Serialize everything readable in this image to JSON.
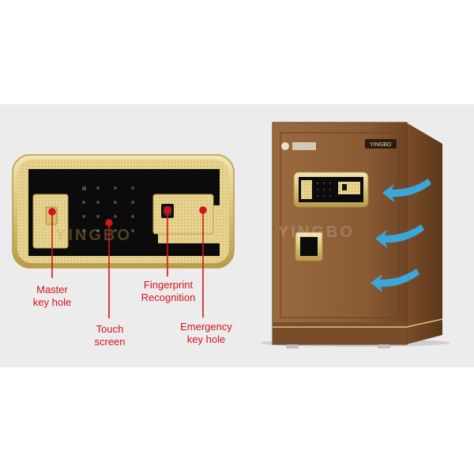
{
  "labels": {
    "master_key_hole": {
      "line1": "Master",
      "line2": "key hole"
    },
    "touch_screen": {
      "line1": "Touch",
      "line2": "screen"
    },
    "fingerprint": {
      "line1": "Fingerprint",
      "line2": "Recognition"
    },
    "emergency_key_hole": {
      "line1": "Emergency",
      "line2": "key hole"
    }
  },
  "brand": {
    "watermark_text": "YINGBO",
    "safe_badge_text": "YINGBO"
  },
  "colors": {
    "callout_red": "#d4131b",
    "gold": "#d9c37a",
    "safe_body": "#8a5a33",
    "airflow_arrow": "#3aa7d8",
    "panel_black": "#0b0b0b"
  }
}
